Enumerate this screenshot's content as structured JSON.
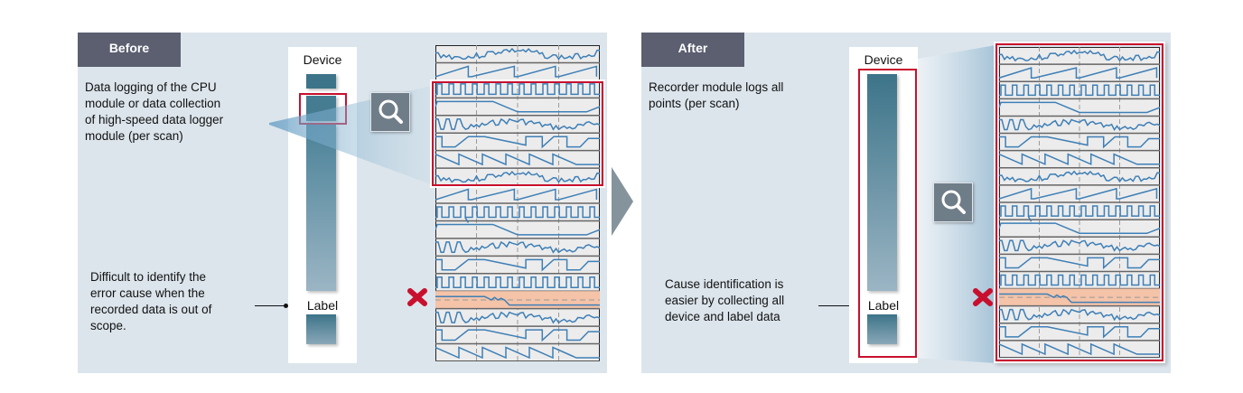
{
  "colors": {
    "panel_bg": "#dce5ec",
    "tag_bg": "#5b5f70",
    "highlight_red": "#c8102e",
    "wave_blue": "#3e7fb6",
    "error_band": "#f4c3a8",
    "bar_top": "#3d7489",
    "bar_bottom": "#9bb5c4",
    "zoom_button": "#6f7d88",
    "arrow": "#85939d"
  },
  "before": {
    "tag": "Before",
    "description": "Data logging of the CPU module or data collection of high-speed data logger module (per scan)",
    "description_lines": [
      "Data logging of the CPU",
      "module or data collection",
      "of high-speed data logger",
      "module (per scan)"
    ],
    "callout_lines": [
      "Difficult to identify the",
      "error cause when the",
      "recorded data is out of",
      "scope."
    ],
    "device_label": "Device",
    "label_label": "Label",
    "zoom_icon": "magnifier-icon",
    "error_icon": "red-x-icon"
  },
  "after": {
    "tag": "After",
    "description_lines": [
      "Recorder module logs all",
      "points (per scan)"
    ],
    "callout_lines": [
      "Cause identification is",
      "easier by collecting all",
      "device and label data"
    ],
    "device_label": "Device",
    "label_label": "Label",
    "zoom_icon": "magnifier-icon",
    "error_icon": "red-x-icon"
  },
  "transition_icon": "right-arrow-icon",
  "waveform_rows": [
    "noise",
    "saw-up",
    "square",
    "ramp-down",
    "wobble",
    "step",
    "saw-down",
    "noise",
    "saw-up",
    "square-glitch",
    "ramp-down",
    "wobble",
    "step",
    "square",
    "error",
    "wobble",
    "step",
    "saw-down"
  ],
  "error_row_index": 14,
  "before_highlight_rows": [
    2,
    7
  ]
}
